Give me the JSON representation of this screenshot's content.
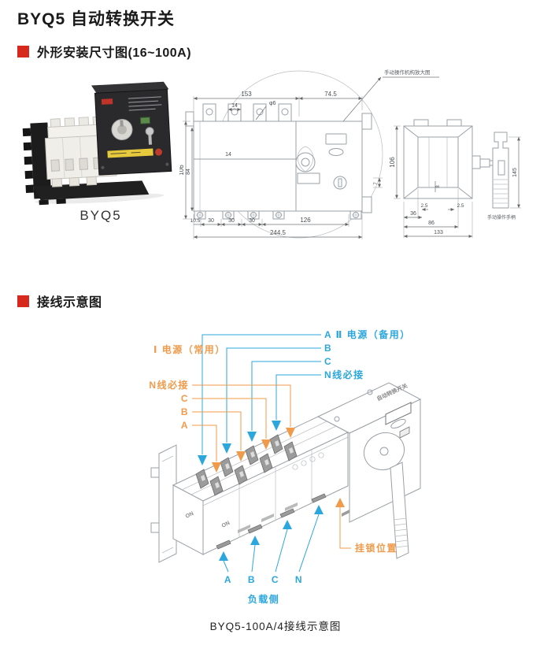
{
  "page": {
    "title": "BYQ5 自动转换开关",
    "bottom_caption": "BYQ5-100A/4接线示意图"
  },
  "section_dimensions": {
    "heading": "外形安装尺寸图(16~100A)"
  },
  "section_wiring": {
    "heading": "接线示意图"
  },
  "product_photo": {
    "caption": "BYQ5"
  },
  "dimension_drawing": {
    "detail_note": "手动操作机构放大图",
    "front_view": {
      "dim_153": "153",
      "dim_74_5": "74.5",
      "dim_14_tab": "14",
      "dim_hole": "φ6",
      "dim_106": "106",
      "dim_84": "84",
      "dim_14_mid": "14",
      "dim_10_5": "10.5",
      "dim_30a": "30",
      "dim_30b": "30",
      "dim_30c": "30",
      "dim_126": "126",
      "dim_244_5": "244.5",
      "dim_7": "7"
    },
    "side_view": {
      "dim_106": "106",
      "dim_2_5a": "2.5",
      "dim_2_5b": "2.5",
      "dim_8": "8",
      "dim_36": "36",
      "dim_86": "86",
      "dim_133": "133"
    },
    "handle_view": {
      "dim_145": "145",
      "caption": "手动操作手柄"
    }
  },
  "wiring_diagram": {
    "source_normal": {
      "title": "Ⅰ 电源（常用）",
      "labels": [
        "N线必接",
        "C",
        "B",
        "A"
      ]
    },
    "source_backup": {
      "labels": [
        "A Ⅱ 电源（备用）",
        "B",
        "C",
        "N线必接"
      ]
    },
    "load_side": {
      "phases": [
        "A",
        "B",
        "C",
        "N"
      ],
      "caption": "负载侧"
    },
    "padlock_note": "挂锁位置",
    "device_face_label": "自动转换开关",
    "switch_on_label": "ON"
  },
  "colors": {
    "accent_red": "#d7281d",
    "label_orange": "#f09a4b",
    "label_blue": "#2ba7de",
    "drawing_line": "#9aa0a6"
  }
}
